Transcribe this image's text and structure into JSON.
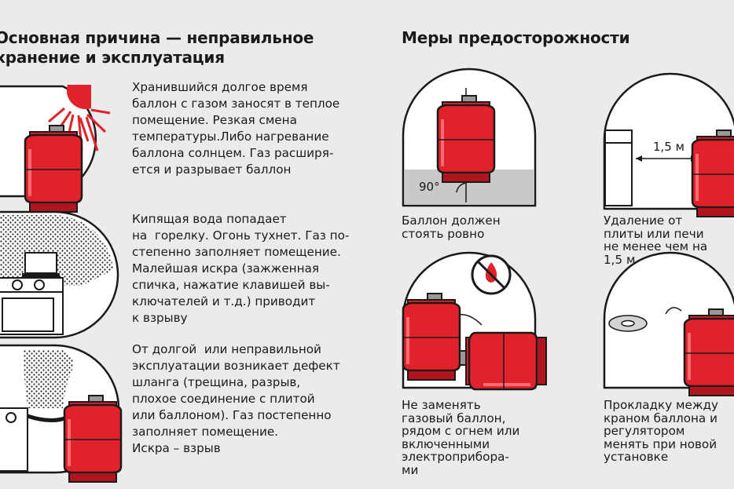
{
  "left": {
    "title_line1": "Основная причина — неправильное",
    "title_line2": "хранение и эксплуатация",
    "items": [
      {
        "text": "Хранившийся долгое время\nбаллон с газом заносят в теплое\nпомещение. Резкая смена\nтемпературы.Либо нагревание\nбаллона солнцем. Газ расширя-\nется и разрывает баллон"
      },
      {
        "text": "Кипящая вода попадает\nна  горелку. Огонь тухнет. Газ по-\nстепенно заполняет помещение.\nМалейшая искра (зажженная\nспичка, нажатие клавишей вы-\nключателей и т.д.) приводит\nк взрыву"
      },
      {
        "text": "От долгой  или неправильной\nэксплуатации возникает дефект\nшланга (трещина, разрыв,\nплохое соединение с плитой\nили баллоном). Газ постепенно\nзаполняет помещение.\nИскра – взрыв"
      }
    ]
  },
  "right": {
    "title": "Меры предосторожности",
    "items": [
      {
        "caption": "Баллон должен\nстоять ровно",
        "label": "90°"
      },
      {
        "caption": "Удаление от\nплиты или печи\nне менее чем на\n1,5 м",
        "label": "1,5 м"
      },
      {
        "caption": "Не заменять\nгазовый баллон,\nрядом с огнем или\nвключенными\nэлектроприбора-\nми"
      },
      {
        "caption": "Прокладку между\nкраном баллона и\nрегулятором\nменять при новой\nустановке"
      }
    ]
  },
  "colors": {
    "background": "#ebebeb",
    "cylinder": "#e2222b",
    "cylinder_dark": "#b0141c",
    "outline": "#1a1a1a",
    "panel": "#ffffff"
  }
}
